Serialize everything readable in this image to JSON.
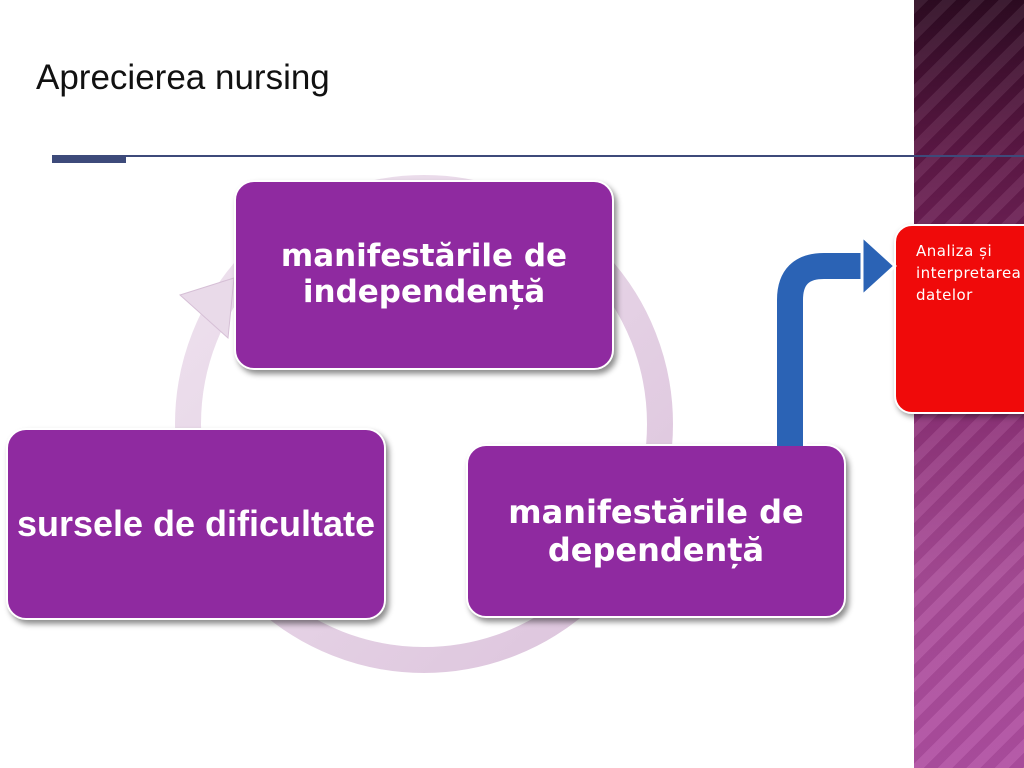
{
  "slide": {
    "title": "Aprecierea nursing"
  },
  "cycle": {
    "top_box": "manifestările de independență",
    "right_box": "manifestările de dependență",
    "left_box": "sursele de dificultate"
  },
  "result": {
    "text": "Analiza și interpretarea datelor"
  },
  "colors": {
    "box_fill": "#8f2aa0",
    "cycle_arrow": "#e6d3e6",
    "connector_arrow": "#2b63b5",
    "result_fill": "#f00a0a",
    "side_band": "#8a2f74"
  }
}
